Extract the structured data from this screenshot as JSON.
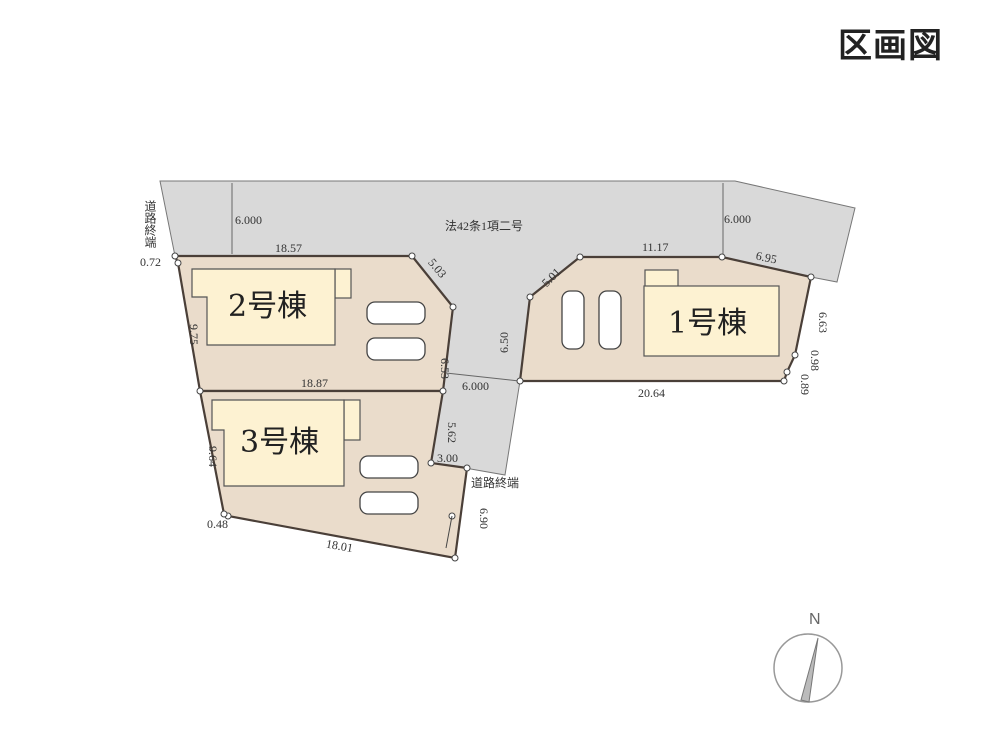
{
  "title": "区画図",
  "road": {
    "label": "法42条1項二号",
    "end_label": "道路終端",
    "width_labels": [
      "6.000",
      "6.000",
      "6.000"
    ]
  },
  "lots": [
    {
      "name": "1号棟",
      "dims": [
        "11.17",
        "6.95",
        "6.63",
        "0.98",
        "0.89",
        "20.64",
        "6.50",
        "5.01"
      ]
    },
    {
      "name": "2号棟",
      "dims": [
        "18.57",
        "5.03",
        "6.53",
        "18.87",
        "9.75",
        "0.72"
      ]
    },
    {
      "name": "3号棟",
      "dims": [
        "5.62",
        "3.00",
        "6.90",
        "18.01",
        "0.48",
        "9.64"
      ]
    }
  ],
  "compass": {
    "label": "N"
  },
  "colors": {
    "road": "#d9d9d9",
    "lot": "#eadccb",
    "building": "#fdf2d2"
  }
}
